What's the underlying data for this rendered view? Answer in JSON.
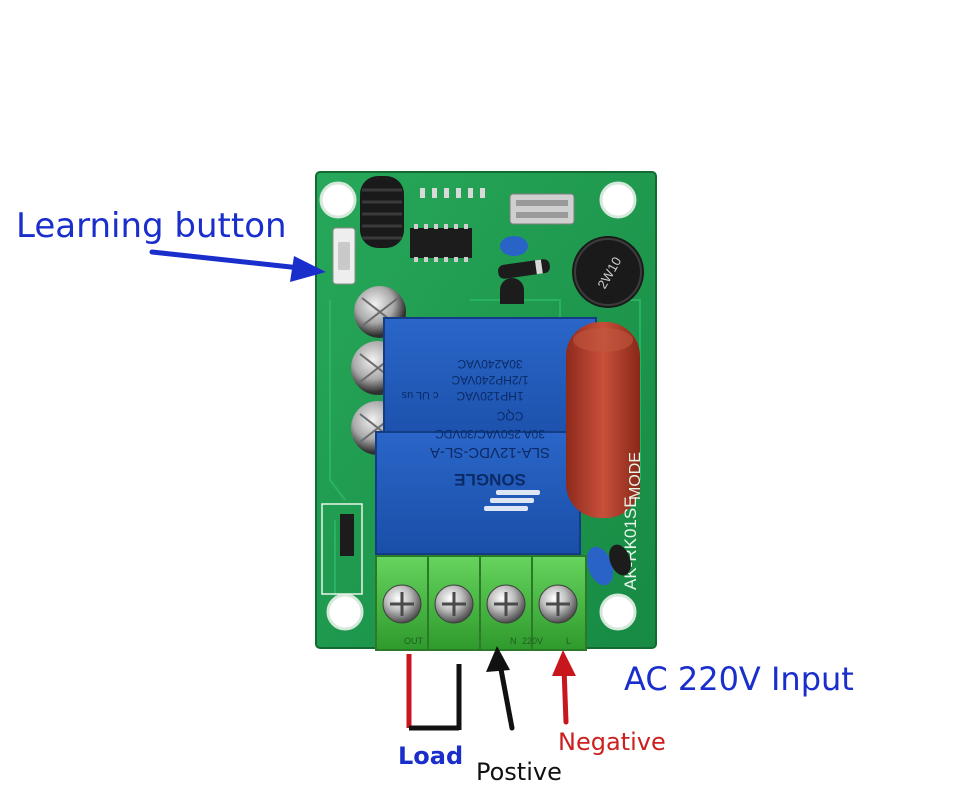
{
  "annotations": {
    "learning_button": "Learning button",
    "ac_input": "AC 220V Input",
    "load": "Load",
    "positive": "Postive",
    "negative": "Negative"
  },
  "relay": {
    "brand": "SONGLE",
    "model": "SLA-12VDC-SL-A",
    "rating_dc": "30A 250VAC/30VDC",
    "rating_ac1": "30A240VAC",
    "rating_ac2": "1/2HP240VAC",
    "rating_ac3": "1HP120VAC",
    "cqc": "CQC",
    "ul": "c UL us"
  },
  "board": {
    "silkscreen_model": "AK-RK01SE",
    "mode_text": "MODE",
    "terminal_out": "OUT",
    "terminal_voltage": "220V",
    "terminal_n": "N",
    "terminal_l": "L"
  },
  "rectifier": {
    "marking": "2W10"
  },
  "colors": {
    "pcb_green": "#1f9a4e",
    "relay_blue": "#1f57b8",
    "capacitor_red": "#b8402c",
    "terminal_green": "#4fc24a",
    "annotation_blue": "#1a2ecc",
    "annotation_red": "#cc1f1f",
    "wire_black": "#111111"
  }
}
